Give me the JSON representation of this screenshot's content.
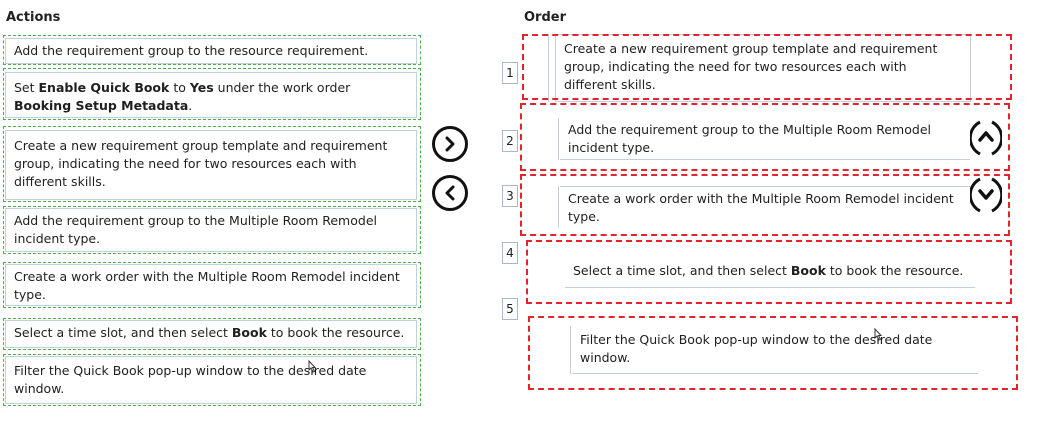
{
  "actions_heading": "Actions",
  "order_heading": "Order",
  "actions": [
    {
      "pre": "Add the requirement group to the resource requirement.",
      "b1": "",
      "mid": "",
      "b2": "",
      "mid2": "",
      "b3": "",
      "post": ""
    },
    {
      "pre": "Set ",
      "b1": "Enable Quick Book",
      "mid": " to ",
      "b2": "Yes",
      "mid2": " under the work order ",
      "b3": "Booking Setup Metadata",
      "post": "."
    },
    {
      "pre": "Create a new requirement group template and requirement group, indicating the need for two resources each with different skills.",
      "b1": "",
      "mid": "",
      "b2": "",
      "mid2": "",
      "b3": "",
      "post": ""
    },
    {
      "pre": "Add the requirement group to the Multiple Room Remodel incident type.",
      "b1": "",
      "mid": "",
      "b2": "",
      "mid2": "",
      "b3": "",
      "post": ""
    },
    {
      "pre": "Create a work order with the Multiple Room Remodel incident type.",
      "b1": "",
      "mid": "",
      "b2": "",
      "mid2": "",
      "b3": "",
      "post": ""
    },
    {
      "pre": "Select a time slot, and then select ",
      "b1": "Book",
      "mid": " to book the resource.",
      "b2": "",
      "mid2": "",
      "b3": "",
      "post": ""
    },
    {
      "pre": "Filter the Quick Book pop-up window to the desired date window.",
      "b1": "",
      "mid": "",
      "b2": "",
      "mid2": "",
      "b3": "",
      "post": ""
    }
  ],
  "order": [
    {
      "num": "1",
      "pre": "Create a new requirement group template and requirement group, indicating the need for two resources each with different skills.",
      "b1": "",
      "post": ""
    },
    {
      "num": "2",
      "pre": "Add the requirement group to the Multiple Room Remodel incident type.",
      "b1": "",
      "post": ""
    },
    {
      "num": "3",
      "pre": "Create a work order with the Multiple Room Remodel incident type.",
      "b1": "",
      "post": ""
    },
    {
      "num": "4",
      "pre": "Select a time slot, and then select ",
      "b1": "Book",
      "post": " to book the resource."
    },
    {
      "num": "5",
      "pre": "Filter the Quick Book pop-up window to the desired date window.",
      "b1": "",
      "post": ""
    }
  ],
  "icons": {
    "move_right": "chevron-right-icon",
    "move_left": "chevron-left-icon",
    "move_up": "chevron-up-icon",
    "move_down": "chevron-down-icon"
  },
  "colors": {
    "answer_highlight": "#e0252f",
    "source_highlight": "#4caf50",
    "card_border": "#c4cfdd"
  }
}
